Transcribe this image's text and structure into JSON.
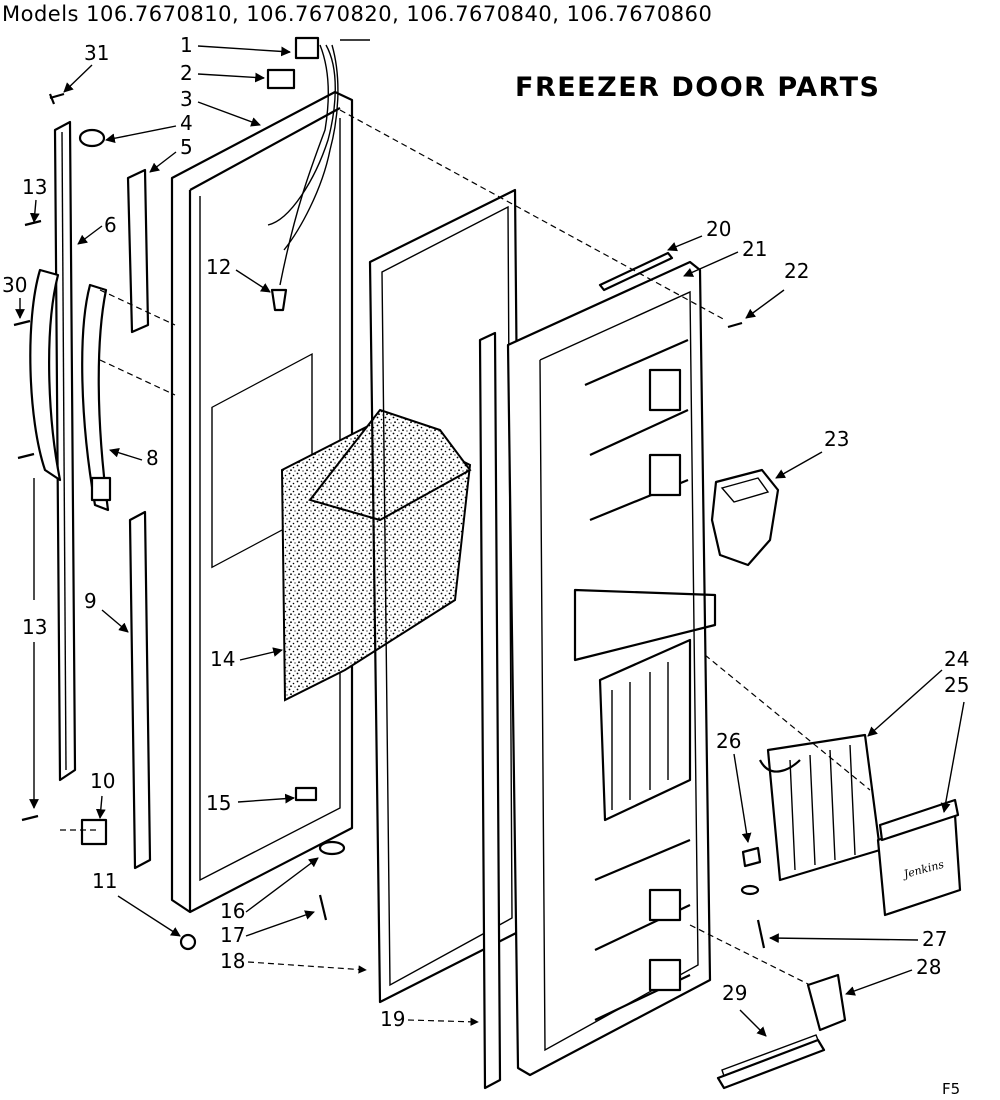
{
  "header": {
    "models": "Models 106.7670810, 106.7670820, 106.7670840, 106.7670860",
    "title": "FREEZER DOOR PARTS"
  },
  "figure_code": "F5",
  "callouts": [
    {
      "n": "1",
      "label": "1"
    },
    {
      "n": "2",
      "label": "2"
    },
    {
      "n": "3",
      "label": "3"
    },
    {
      "n": "4",
      "label": "4"
    },
    {
      "n": "5",
      "label": "5"
    },
    {
      "n": "6",
      "label": "6"
    },
    {
      "n": "8",
      "label": "8"
    },
    {
      "n": "9",
      "label": "9"
    },
    {
      "n": "10",
      "label": "10"
    },
    {
      "n": "11",
      "label": "11"
    },
    {
      "n": "12",
      "label": "12"
    },
    {
      "n": "13a",
      "label": "13"
    },
    {
      "n": "13b",
      "label": "13"
    },
    {
      "n": "14",
      "label": "14"
    },
    {
      "n": "15",
      "label": "15"
    },
    {
      "n": "16",
      "label": "16"
    },
    {
      "n": "17",
      "label": "17"
    },
    {
      "n": "18",
      "label": "18"
    },
    {
      "n": "19",
      "label": "19"
    },
    {
      "n": "20",
      "label": "20"
    },
    {
      "n": "21",
      "label": "21"
    },
    {
      "n": "22",
      "label": "22"
    },
    {
      "n": "23",
      "label": "23"
    },
    {
      "n": "24",
      "label": "24"
    },
    {
      "n": "25",
      "label": "25"
    },
    {
      "n": "26",
      "label": "26"
    },
    {
      "n": "27",
      "label": "27"
    },
    {
      "n": "28",
      "label": "28"
    },
    {
      "n": "29",
      "label": "29"
    },
    {
      "n": "30",
      "label": "30"
    },
    {
      "n": "31",
      "label": "31"
    }
  ],
  "brand_script": "Jenkins"
}
